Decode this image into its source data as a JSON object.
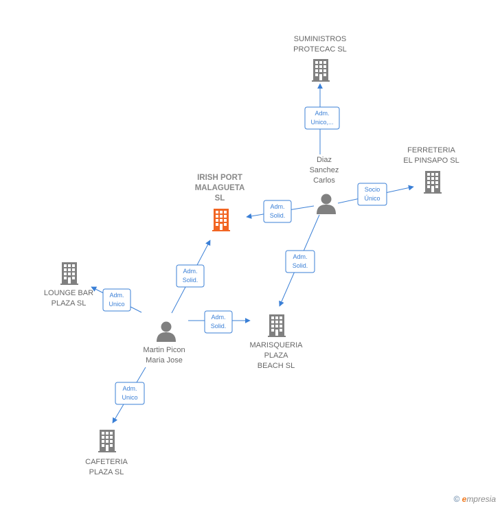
{
  "colors": {
    "accent": "#3a7fd6",
    "node": "#808080",
    "highlight": "#f26522"
  },
  "nodes": [
    {
      "id": "suministros",
      "kind": "company",
      "lines": [
        "SUMINISTROS",
        "PROTECAC SL"
      ],
      "icon": "building-icon"
    },
    {
      "id": "ferreteria",
      "kind": "company",
      "lines": [
        "FERRETERIA",
        "EL PINSAPO  SL"
      ],
      "icon": "building-icon"
    },
    {
      "id": "irish",
      "kind": "company",
      "main": true,
      "lines": [
        "IRISH PORT",
        "MALAGUETA",
        "SL"
      ],
      "icon": "building-icon"
    },
    {
      "id": "diaz",
      "kind": "person",
      "lines": [
        "Diaz",
        "Sanchez",
        "Carlos"
      ],
      "icon": "person-icon"
    },
    {
      "id": "lounge",
      "kind": "company",
      "lines": [
        "LOUNGE BAR",
        "PLAZA SL"
      ],
      "icon": "building-icon"
    },
    {
      "id": "marisqueria",
      "kind": "company",
      "lines": [
        "MARISQUERIA",
        "PLAZA",
        "BEACH  SL"
      ],
      "icon": "building-icon"
    },
    {
      "id": "martin",
      "kind": "person",
      "lines": [
        "Martin Picon",
        "Maria Jose"
      ],
      "icon": "person-icon"
    },
    {
      "id": "cafeteria",
      "kind": "company",
      "lines": [
        "CAFETERIA",
        "PLAZA SL"
      ],
      "icon": "building-icon"
    }
  ],
  "edges": [
    {
      "id": "diaz-suministros",
      "lines": [
        "Adm.",
        "Unico,..."
      ]
    },
    {
      "id": "diaz-ferreteria",
      "lines": [
        "Socio",
        "Único"
      ]
    },
    {
      "id": "diaz-irish",
      "lines": [
        "Adm.",
        "Solid."
      ]
    },
    {
      "id": "diaz-marisqueria",
      "lines": [
        "Adm.",
        "Solid."
      ]
    },
    {
      "id": "martin-irish",
      "lines": [
        "Adm.",
        "Solid."
      ]
    },
    {
      "id": "martin-lounge",
      "lines": [
        "Adm.",
        "Unico"
      ]
    },
    {
      "id": "martin-marisqueria",
      "lines": [
        "Adm.",
        "Solid."
      ]
    },
    {
      "id": "martin-cafeteria",
      "lines": [
        "Adm.",
        "Unico"
      ]
    }
  ],
  "brand": {
    "copyright": "©",
    "initial": "e",
    "rest": "mpresia"
  }
}
